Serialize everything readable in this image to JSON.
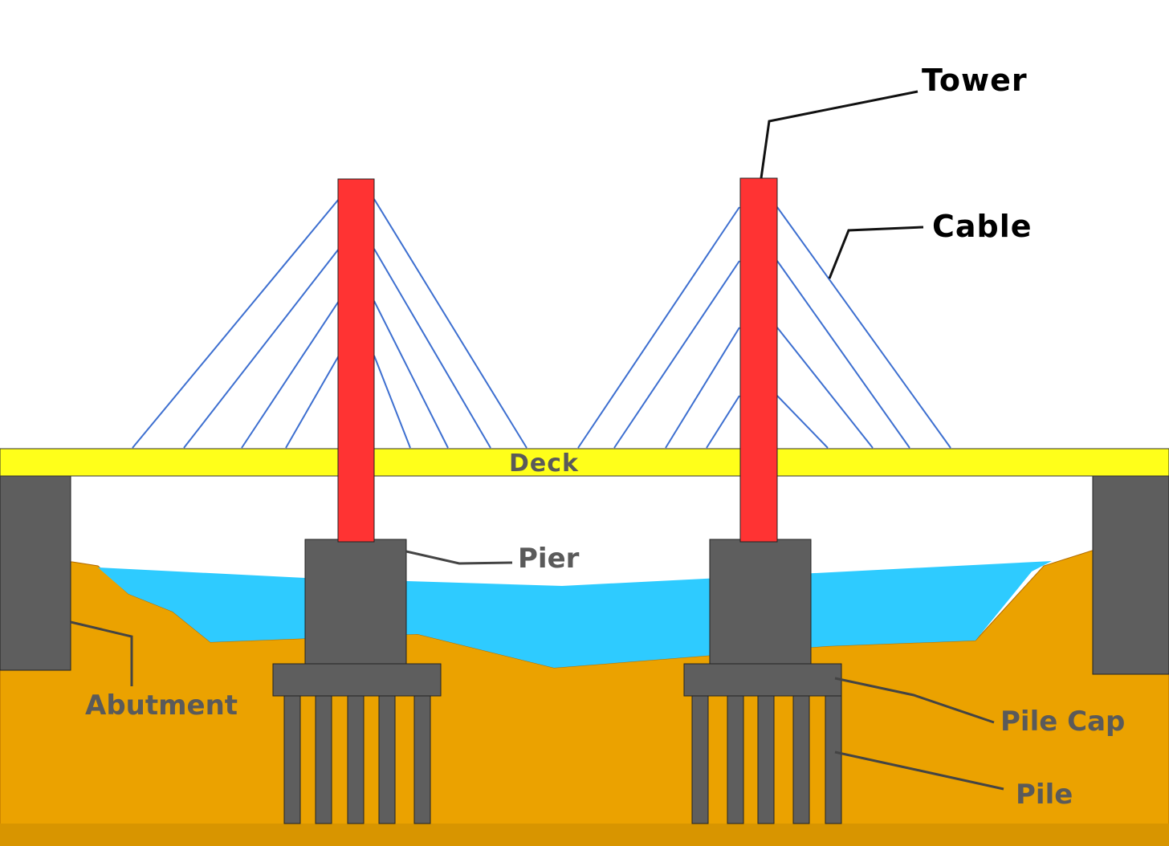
{
  "labels": {
    "tower": "Tower",
    "cable": "Cable",
    "deck": "Deck",
    "pier": "Pier",
    "abutment": "Abutment",
    "pile_cap": "Pile Cap",
    "pile": "Pile"
  },
  "colors": {
    "background": "#ffffff",
    "tower": "#ff3333",
    "cable": "#3d6fd0",
    "deck": "#ffff1a",
    "concrete": "#5e5e5e",
    "water": "#2ecbff",
    "ground": "#eba200",
    "ground_dark": "#d89500"
  }
}
